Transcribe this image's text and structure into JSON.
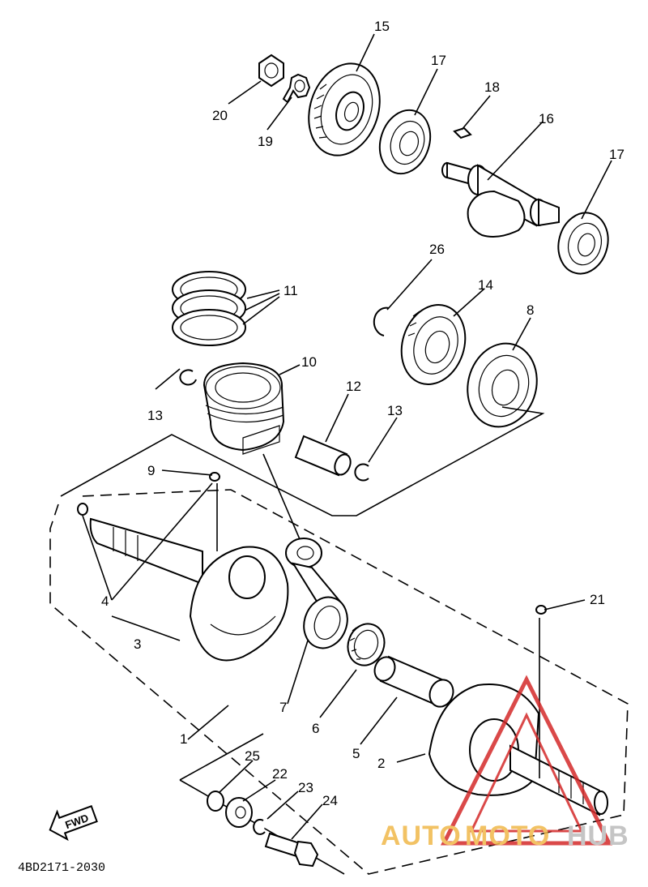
{
  "diagram": {
    "callouts": [
      {
        "id": "c1",
        "text": "1"
      },
      {
        "id": "c2",
        "text": "2"
      },
      {
        "id": "c3",
        "text": "3"
      },
      {
        "id": "c4",
        "text": "4"
      },
      {
        "id": "c5",
        "text": "5"
      },
      {
        "id": "c6",
        "text": "6"
      },
      {
        "id": "c7",
        "text": "7"
      },
      {
        "id": "c8",
        "text": "8"
      },
      {
        "id": "c9",
        "text": "9"
      },
      {
        "id": "c10",
        "text": "10"
      },
      {
        "id": "c11",
        "text": "11"
      },
      {
        "id": "c12",
        "text": "12"
      },
      {
        "id": "c13a",
        "text": "13"
      },
      {
        "id": "c13b",
        "text": "13"
      },
      {
        "id": "c14",
        "text": "14"
      },
      {
        "id": "c15",
        "text": "15"
      },
      {
        "id": "c16",
        "text": "16"
      },
      {
        "id": "c17a",
        "text": "17"
      },
      {
        "id": "c17b",
        "text": "17"
      },
      {
        "id": "c18",
        "text": "18"
      },
      {
        "id": "c19",
        "text": "19"
      },
      {
        "id": "c20",
        "text": "20"
      },
      {
        "id": "c21",
        "text": "21"
      },
      {
        "id": "c22",
        "text": "22"
      },
      {
        "id": "c23",
        "text": "23"
      },
      {
        "id": "c24",
        "text": "24"
      },
      {
        "id": "c25",
        "text": "25"
      },
      {
        "id": "c26",
        "text": "26"
      }
    ],
    "fwd_arrow_label": "FWD",
    "diagram_code": "4BD2171-2030",
    "watermark": {
      "part1": "AUTO",
      "part2": "MOTO",
      "part3": "HUB"
    },
    "colors": {
      "line": "#000000",
      "background": "#ffffff",
      "watermark_red": "#d42a2a",
      "watermark_yellow": "#f0b84a",
      "watermark_grey": "#bcbcbc"
    }
  }
}
